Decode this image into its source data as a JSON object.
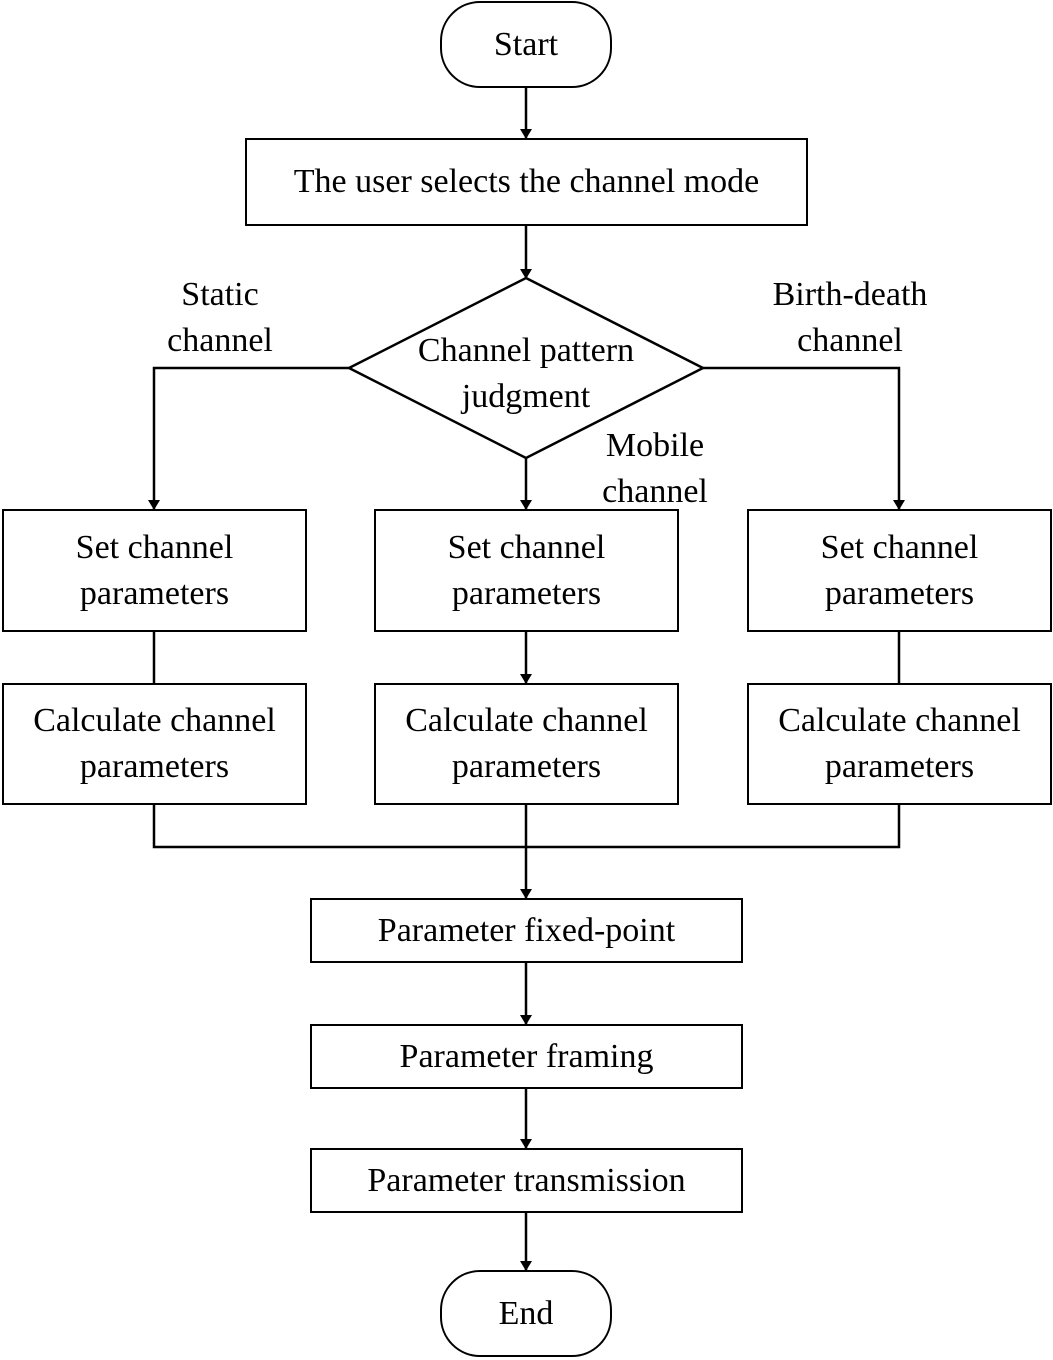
{
  "diagram": {
    "type": "flowchart",
    "nodes": {
      "start": "Start",
      "select_mode": "The user selects the channel mode",
      "decision": "Channel pattern\njudgment",
      "static_set": "Set channel\nparameters",
      "static_calc": "Calculate channel\nparameters",
      "mobile_set": "Set channel\nparameters",
      "mobile_calc": "Calculate channel\nparameters",
      "birth_set": "Set channel\nparameters",
      "birth_calc": "Calculate channel\nparameters",
      "fixed_point": "Parameter fixed-point",
      "framing": "Parameter framing",
      "transmission": "Parameter transmission",
      "end": "End"
    },
    "branch_labels": {
      "static": "Static\nchannel",
      "mobile": "Mobile\nchannel",
      "birth_death": "Birth-death\nchannel"
    },
    "edges": [
      [
        "start",
        "select_mode"
      ],
      [
        "select_mode",
        "decision"
      ],
      [
        "decision",
        "static_set"
      ],
      [
        "decision",
        "mobile_set"
      ],
      [
        "decision",
        "birth_set"
      ],
      [
        "static_set",
        "static_calc"
      ],
      [
        "mobile_set",
        "mobile_calc"
      ],
      [
        "birth_set",
        "birth_calc"
      ],
      [
        "static_calc",
        "fixed_point"
      ],
      [
        "mobile_calc",
        "fixed_point"
      ],
      [
        "birth_calc",
        "fixed_point"
      ],
      [
        "fixed_point",
        "framing"
      ],
      [
        "framing",
        "transmission"
      ],
      [
        "transmission",
        "end"
      ]
    ]
  }
}
